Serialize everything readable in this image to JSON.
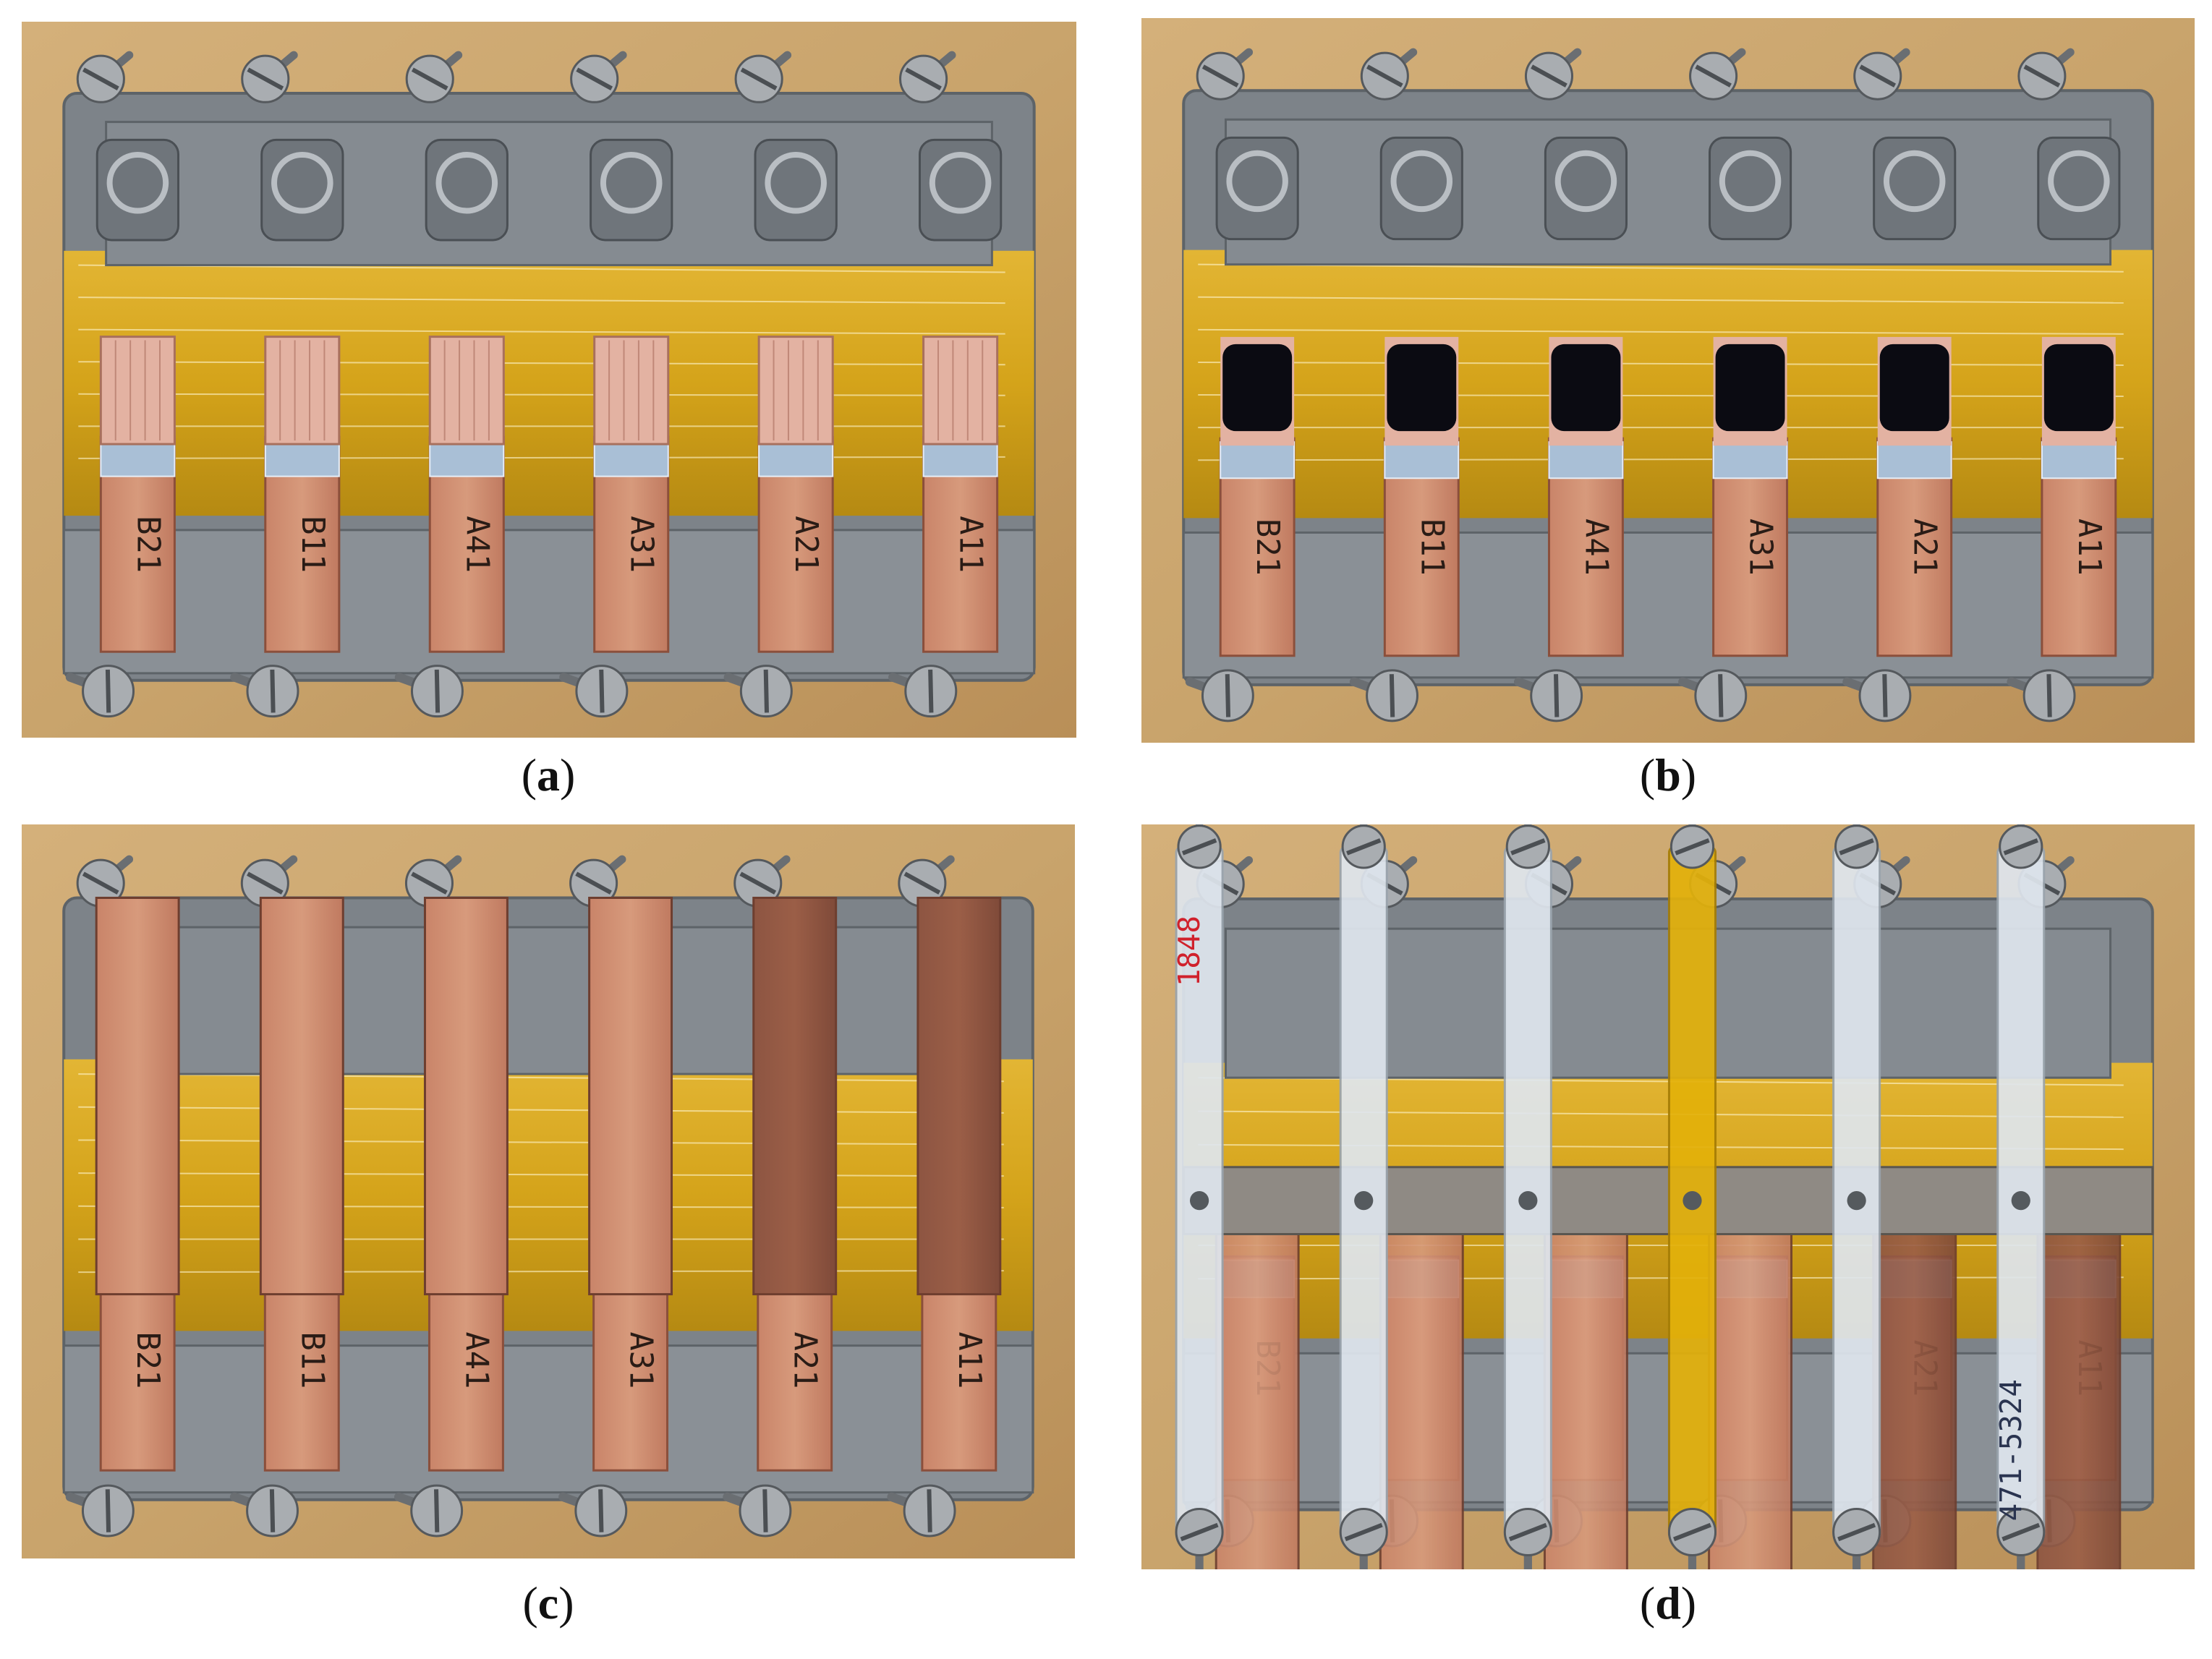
{
  "figure": {
    "panels": [
      {
        "id": "a",
        "label_open": "(",
        "label_letter": "a",
        "label_close": ")",
        "state": "bare-coupons",
        "coupon_labels": [
          "B21",
          "B11",
          "A41",
          "A31",
          "A21",
          "A11"
        ]
      },
      {
        "id": "b",
        "label_open": "(",
        "label_letter": "b",
        "label_close": ")",
        "state": "adhesive-applied",
        "coupon_labels": [
          "B21",
          "B11",
          "A41",
          "A31",
          "A21",
          "A11"
        ]
      },
      {
        "id": "c",
        "label_open": "(",
        "label_letter": "c",
        "label_close": ")",
        "state": "lap-joints",
        "coupon_labels": [
          "B21",
          "B11",
          "A41",
          "A31",
          "A21",
          "A11"
        ]
      },
      {
        "id": "d",
        "label_open": "(",
        "label_letter": "d",
        "label_close": ")",
        "state": "clamped-with-bars",
        "coupon_labels": [
          "B21",
          "",
          "",
          "",
          "A21",
          "A11"
        ],
        "bar_texts": [
          "1848",
          "",
          "",
          "",
          "",
          "471-5324"
        ]
      }
    ]
  },
  "colors": {
    "wood": "#c9a46c",
    "steel": "#7d8389",
    "steel_dark": "#5d6368",
    "kapton": "#d9a514",
    "copper": "#d79a7c",
    "copper_dark": "#9b5e47",
    "adhesive": "#0b0b12",
    "tape": "#a9bfd6",
    "acrylic": "#dfe6ee"
  }
}
